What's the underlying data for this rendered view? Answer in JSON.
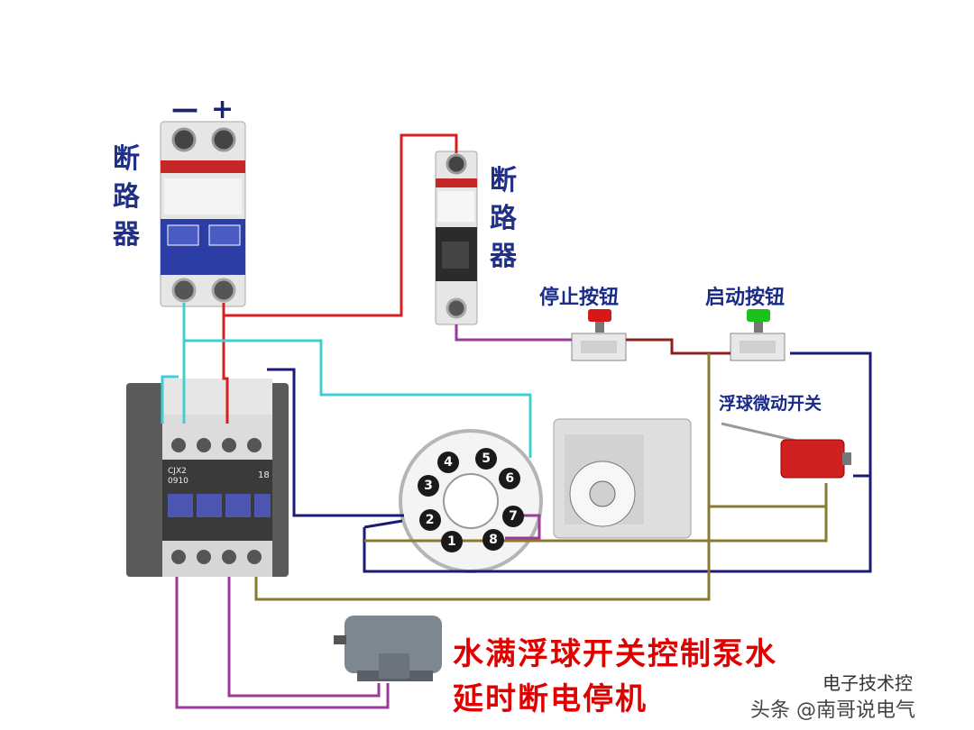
{
  "labels": {
    "breaker1_label": [
      "断",
      "路",
      "器"
    ],
    "breaker1_minus": "—",
    "breaker1_plus": "+",
    "breaker2_label": [
      "断",
      "路",
      "器"
    ],
    "stop_button_label": "停止按钮",
    "start_button_label": "启动按钮",
    "float_switch_label": "浮球微动开关",
    "contactor_model": "CJX2 0910",
    "contactor_coil_code": "18"
  },
  "socket_pins": [
    "1",
    "2",
    "3",
    "4",
    "5",
    "6",
    "7",
    "8"
  ],
  "title_lines": [
    "水满浮球开关控制泵水",
    "延时断电停机"
  ],
  "watermark": {
    "line1": "电子技术控",
    "line2": "头条 @南哥说电气"
  },
  "colors": {
    "red_wire": "#d42020",
    "cyan_wire": "#3fcfd3",
    "navy_wire": "#1a1a7a",
    "purple_wire": "#9a3a9a",
    "olive_wire": "#8a7a30",
    "stop_cap": "#d81818",
    "start_cap": "#1cc21c",
    "title_color": "#e00000",
    "label_color": "#20308a"
  }
}
